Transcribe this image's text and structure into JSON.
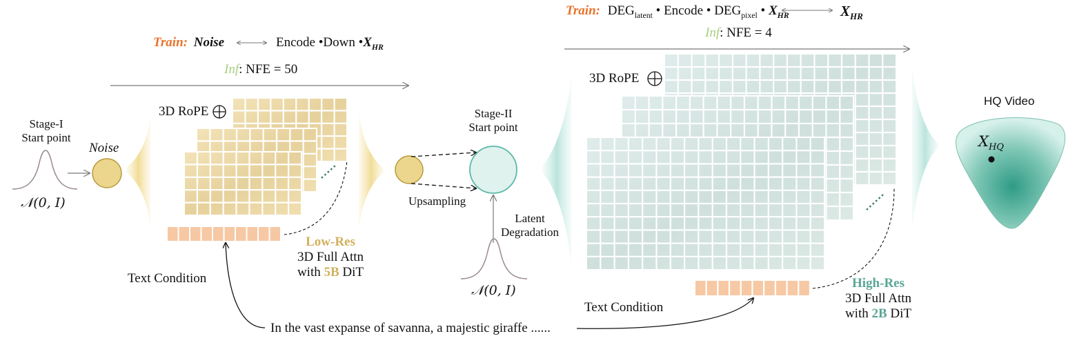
{
  "stage1": {
    "train_label": "Train:",
    "train_noise": "Noise",
    "train_target_pre": "Encode •Down •",
    "train_target_x": "X",
    "train_target_sub": "HR",
    "inf_label": "Inf",
    "inf_value": ": NFE = 50",
    "start_line1": "Stage-I",
    "start_line2": "Start point",
    "noise_label": "Noise",
    "dist_label": "𝒩(0, I)",
    "rope": "3D RoPE",
    "text_condition": "Text Condition",
    "res_label": "Low-Res",
    "attn_line": "3D Full Attn",
    "dit_pre": "with ",
    "dit_size": "5B",
    "dit_post": " DiT"
  },
  "middle": {
    "start_line1": "Stage-II",
    "start_line2": "Start point",
    "upsampling": "Upsampling",
    "latent_line1": "Latent",
    "latent_line2": "Degradation",
    "dist_label": "𝒩(0, I)"
  },
  "stage2": {
    "train_label": "Train:",
    "deg_latent": "DEG",
    "deg_latent_sub": "latent",
    "encode": " • Encode • ",
    "deg_pixel": "DEG",
    "deg_pixel_sub": "pixel",
    "dot": " • ",
    "x_left": "X",
    "x_left_sub": "HR",
    "x_right": "X",
    "x_right_sub": "HR",
    "inf_label": "Inf",
    "inf_value": ": NFE = 4",
    "rope": "3D RoPE",
    "text_condition": "Text Condition",
    "res_label": "High-Res",
    "attn_line": "3D Full Attn",
    "dit_pre": "with ",
    "dit_size": "2B",
    "dit_post": " DiT"
  },
  "output": {
    "title": "HQ Video",
    "x": "X",
    "x_sub": "HQ"
  },
  "prompt": "In the vast expanse of savanna, a majestic giraffe ......"
}
